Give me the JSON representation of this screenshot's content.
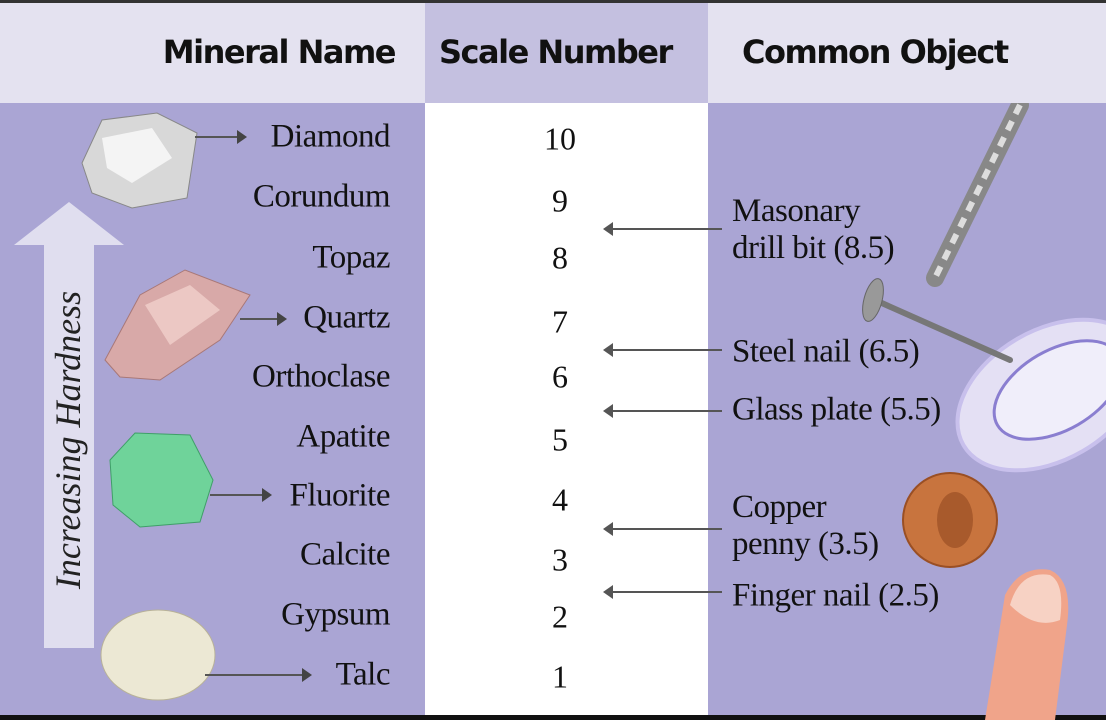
{
  "headers": {
    "mineral": "Mineral Name",
    "scale": "Scale Number",
    "object": "Common Object"
  },
  "axis_label": "Increasing Hardness",
  "minerals": [
    {
      "name": "Diamond",
      "scale": "10"
    },
    {
      "name": "Corundum",
      "scale": "9"
    },
    {
      "name": "Topaz",
      "scale": "8"
    },
    {
      "name": "Quartz",
      "scale": "7"
    },
    {
      "name": "Orthoclase",
      "scale": "6"
    },
    {
      "name": "Apatite",
      "scale": "5"
    },
    {
      "name": "Fluorite",
      "scale": "4"
    },
    {
      "name": "Calcite",
      "scale": "3"
    },
    {
      "name": "Gypsum",
      "scale": "2"
    },
    {
      "name": "Talc",
      "scale": "1"
    }
  ],
  "objects": [
    {
      "line1": "Masonary",
      "line2": "drill bit (8.5)"
    },
    {
      "line1": "Steel nail (6.5)"
    },
    {
      "line1": "Glass plate (5.5)"
    },
    {
      "line1": "Copper",
      "line2": "penny (3.5)"
    },
    {
      "line1": "Finger nail (2.5)"
    }
  ],
  "colors": {
    "header_bg": "#e4e2f0",
    "header_mid": "#c4c0e0",
    "body_bg": "#aaa5d4",
    "mid_col": "#ffffff"
  }
}
